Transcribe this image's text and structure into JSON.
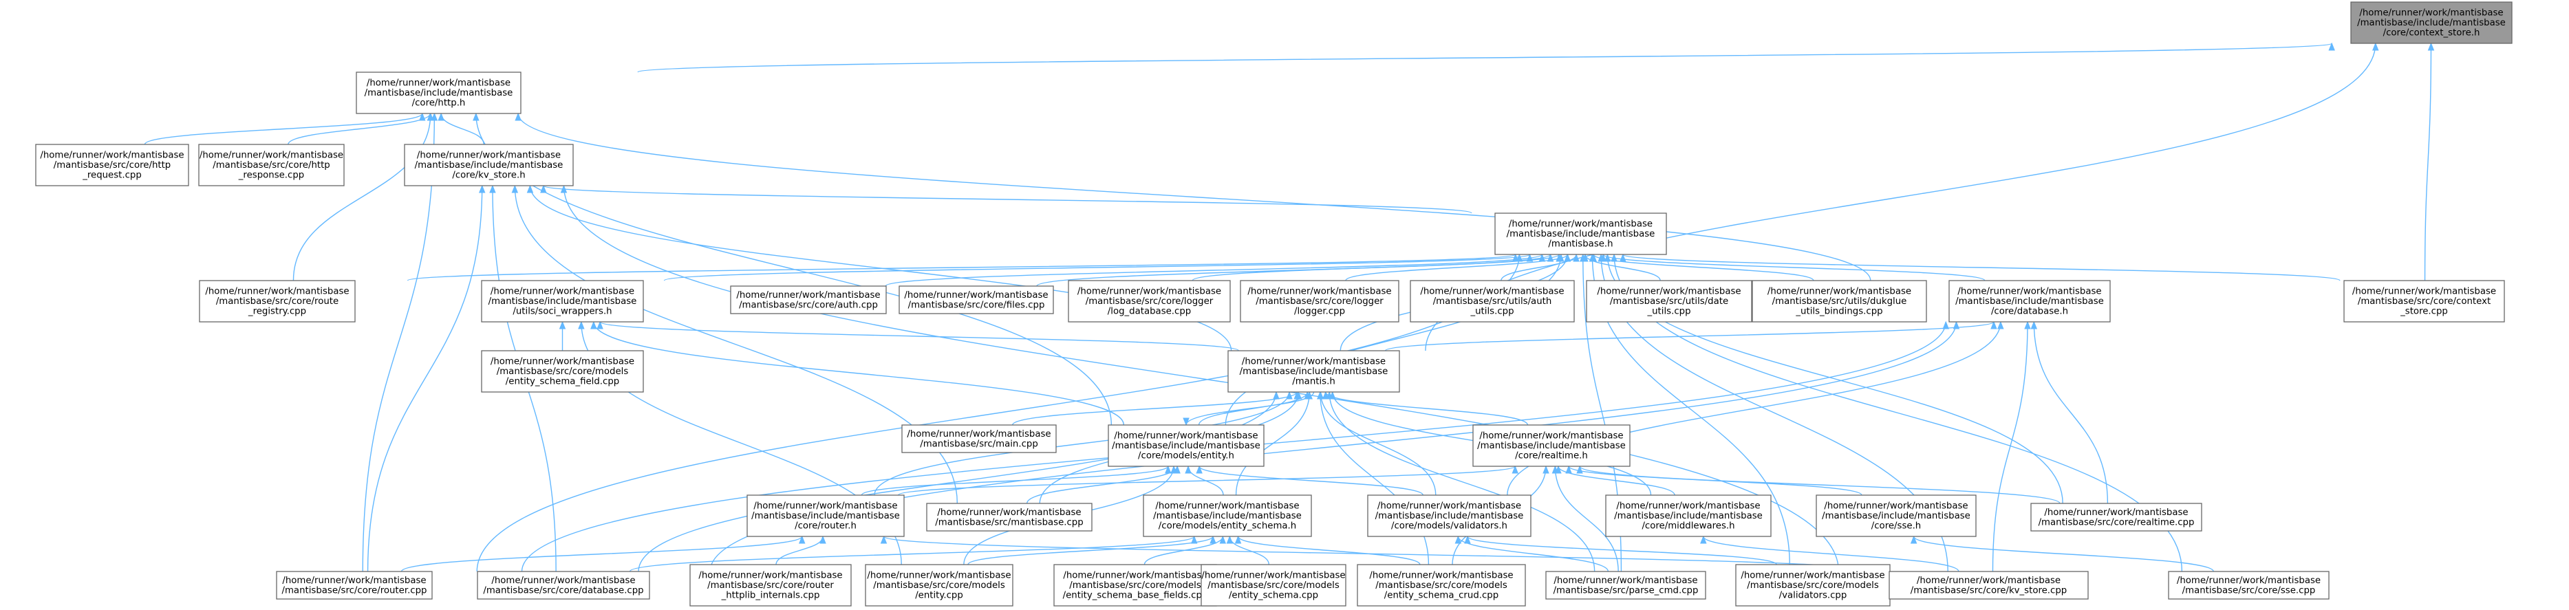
{
  "colors": {
    "edge": "#63b8ff",
    "node_border": "#666666",
    "focus_fill": "#999999",
    "node_fill": "#ffffff",
    "text": "#000000"
  },
  "nodes": [
    {
      "id": "context_store_h",
      "focus": true,
      "lines": [
        "/home/runner/work/mantisbase",
        "/mantisbase/include/mantisbase",
        "/core/context_store.h"
      ]
    },
    {
      "id": "http_h",
      "lines": [
        "/home/runner/work/mantisbase",
        "/mantisbase/include/mantisbase",
        "/core/http.h"
      ]
    },
    {
      "id": "http_request_cpp",
      "lines": [
        "/home/runner/work/mantisbase",
        "/mantisbase/src/core/http",
        "_request.cpp"
      ]
    },
    {
      "id": "http_response_cpp",
      "lines": [
        "/home/runner/work/mantisbase",
        "/mantisbase/src/core/http",
        "_response.cpp"
      ]
    },
    {
      "id": "kv_store_h",
      "lines": [
        "/home/runner/work/mantisbase",
        "/mantisbase/include/mantisbase",
        "/core/kv_store.h"
      ]
    },
    {
      "id": "mantisbase_h",
      "lines": [
        "/home/runner/work/mantisbase",
        "/mantisbase/include/mantisbase",
        "/mantisbase.h"
      ]
    },
    {
      "id": "route_registry_cpp",
      "lines": [
        "/home/runner/work/mantisbase",
        "/mantisbase/src/core/route",
        "_registry.cpp"
      ]
    },
    {
      "id": "soci_wrappers_h",
      "lines": [
        "/home/runner/work/mantisbase",
        "/mantisbase/include/mantisbase",
        "/utils/soci_wrappers.h"
      ]
    },
    {
      "id": "auth_cpp",
      "lines": [
        "/home/runner/work/mantisbase",
        "/mantisbase/src/core/auth.cpp"
      ]
    },
    {
      "id": "files_cpp",
      "lines": [
        "/home/runner/work/mantisbase",
        "/mantisbase/src/core/files.cpp"
      ]
    },
    {
      "id": "log_database_cpp",
      "lines": [
        "/home/runner/work/mantisbase",
        "/mantisbase/src/core/logger",
        "/log_database.cpp"
      ]
    },
    {
      "id": "logger_cpp",
      "lines": [
        "/home/runner/work/mantisbase",
        "/mantisbase/src/core/logger",
        "/logger.cpp"
      ]
    },
    {
      "id": "auth_utils_cpp",
      "lines": [
        "/home/runner/work/mantisbase",
        "/mantisbase/src/utils/auth",
        "_utils.cpp"
      ]
    },
    {
      "id": "date_utils_cpp",
      "lines": [
        "/home/runner/work/mantisbase",
        "/mantisbase/src/utils/date",
        "_utils.cpp"
      ]
    },
    {
      "id": "duk_glue_cpp",
      "lines": [
        "/home/runner/work/mantisbase",
        "/mantisbase/src/utils/dukglue",
        "_utils_bindings.cpp"
      ]
    },
    {
      "id": "database_h",
      "lines": [
        "/home/runner/work/mantisbase",
        "/mantisbase/include/mantisbase",
        "/core/database.h"
      ]
    },
    {
      "id": "context_store_cpp",
      "lines": [
        "/home/runner/work/mantisbase",
        "/mantisbase/src/core/context",
        "_store.cpp"
      ]
    },
    {
      "id": "entity_schema_field_cpp",
      "lines": [
        "/home/runner/work/mantisbase",
        "/mantisbase/src/core/models",
        "/entity_schema_field.cpp"
      ]
    },
    {
      "id": "mantis_h",
      "lines": [
        "/home/runner/work/mantisbase",
        "/mantisbase/include/mantisbase",
        "/mantis.h"
      ]
    },
    {
      "id": "main_cpp",
      "lines": [
        "/home/runner/work/mantisbase",
        "/mantisbase/src/main.cpp"
      ]
    },
    {
      "id": "entity_h",
      "lines": [
        "/home/runner/work/mantisbase",
        "/mantisbase/include/mantisbase",
        "/core/models/entity.h"
      ]
    },
    {
      "id": "realtime_h",
      "lines": [
        "/home/runner/work/mantisbase",
        "/mantisbase/include/mantisbase",
        "/core/realtime.h"
      ]
    },
    {
      "id": "router_h",
      "lines": [
        "/home/runner/work/mantisbase",
        "/mantisbase/include/mantisbase",
        "/core/router.h"
      ]
    },
    {
      "id": "mantisbase_cpp",
      "lines": [
        "/home/runner/work/mantisbase",
        "/mantisbase/src/mantisbase.cpp"
      ]
    },
    {
      "id": "entity_schema_h",
      "lines": [
        "/home/runner/work/mantisbase",
        "/mantisbase/include/mantisbase",
        "/core/models/entity_schema.h"
      ]
    },
    {
      "id": "validators_h",
      "lines": [
        "/home/runner/work/mantisbase",
        "/mantisbase/include/mantisbase",
        "/core/models/validators.h"
      ]
    },
    {
      "id": "middlewares_h",
      "lines": [
        "/home/runner/work/mantisbase",
        "/mantisbase/include/mantisbase",
        "/core/middlewares.h"
      ]
    },
    {
      "id": "sse_h",
      "lines": [
        "/home/runner/work/mantisbase",
        "/mantisbase/include/mantisbase",
        "/core/sse.h"
      ]
    },
    {
      "id": "realtime_cpp",
      "lines": [
        "/home/runner/work/mantisbase",
        "/mantisbase/src/core/realtime.cpp"
      ]
    },
    {
      "id": "router_cpp",
      "lines": [
        "/home/runner/work/mantisbase",
        "/mantisbase/src/core/router.cpp"
      ]
    },
    {
      "id": "database_cpp",
      "lines": [
        "/home/runner/work/mantisbase",
        "/mantisbase/src/core/database.cpp"
      ]
    },
    {
      "id": "httplib_internals_cpp",
      "lines": [
        "/home/runner/work/mantisbase",
        "/mantisbase/src/core/router",
        "_httplib_internals.cpp"
      ]
    },
    {
      "id": "entity_cpp",
      "lines": [
        "/home/runner/work/mantisbase",
        "/mantisbase/src/core/models",
        "/entity.cpp"
      ]
    },
    {
      "id": "entity_schema_base_fields_cpp",
      "lines": [
        "/home/runner/work/mantisbase",
        "/mantisbase/src/core/models",
        "/entity_schema_base_fields.cpp"
      ]
    },
    {
      "id": "entity_schema_cpp",
      "lines": [
        "/home/runner/work/mantisbase",
        "/mantisbase/src/core/models",
        "/entity_schema.cpp"
      ]
    },
    {
      "id": "entity_schema_crud_cpp",
      "lines": [
        "/home/runner/work/mantisbase",
        "/mantisbase/src/core/models",
        "/entity_schema_crud.cpp"
      ]
    },
    {
      "id": "parse_cmd_cpp",
      "lines": [
        "/home/runner/work/mantisbase",
        "/mantisbase/src/parse_cmd.cpp"
      ]
    },
    {
      "id": "validators_cpp",
      "lines": [
        "/home/runner/work/mantisbase",
        "/mantisbase/src/core/models",
        "/validators.cpp"
      ]
    },
    {
      "id": "kv_store_cpp",
      "lines": [
        "/home/runner/work/mantisbase",
        "/mantisbase/src/core/kv_store.cpp"
      ]
    },
    {
      "id": "sse_cpp",
      "lines": [
        "/home/runner/work/mantisbase",
        "/mantisbase/src/core/sse.cpp"
      ]
    }
  ],
  "edges": [
    [
      "context_store_h",
      "http_h"
    ],
    [
      "context_store_h",
      "context_store_cpp"
    ],
    [
      "context_store_h",
      "mantis_h"
    ],
    [
      "http_h",
      "http_request_cpp"
    ],
    [
      "http_h",
      "http_response_cpp"
    ],
    [
      "http_h",
      "kv_store_h"
    ],
    [
      "http_h",
      "route_registry_cpp"
    ],
    [
      "http_h",
      "router_cpp"
    ],
    [
      "http_h",
      "entity_h"
    ],
    [
      "http_h",
      "database_h"
    ],
    [
      "kv_store_h",
      "mantisbase_h"
    ],
    [
      "kv_store_h",
      "mantis_h"
    ],
    [
      "kv_store_h",
      "router_cpp"
    ],
    [
      "kv_store_h",
      "database_cpp"
    ],
    [
      "kv_store_h",
      "mantisbase_cpp"
    ],
    [
      "kv_store_h",
      "kv_store_cpp"
    ],
    [
      "mantisbase_h",
      "route_registry_cpp"
    ],
    [
      "mantisbase_h",
      "soci_wrappers_h"
    ],
    [
      "mantisbase_h",
      "auth_cpp"
    ],
    [
      "mantisbase_h",
      "files_cpp"
    ],
    [
      "mantisbase_h",
      "log_database_cpp"
    ],
    [
      "mantisbase_h",
      "logger_cpp"
    ],
    [
      "mantisbase_h",
      "auth_utils_cpp"
    ],
    [
      "mantisbase_h",
      "date_utils_cpp"
    ],
    [
      "mantisbase_h",
      "duk_glue_cpp"
    ],
    [
      "mantisbase_h",
      "database_h"
    ],
    [
      "mantisbase_h",
      "context_store_cpp"
    ],
    [
      "mantisbase_h",
      "mantis_h"
    ],
    [
      "mantisbase_h",
      "router_cpp"
    ],
    [
      "mantisbase_h",
      "realtime_cpp"
    ],
    [
      "mantisbase_h",
      "parse_cmd_cpp"
    ],
    [
      "mantisbase_h",
      "kv_store_cpp"
    ],
    [
      "mantisbase_h",
      "sse_cpp"
    ],
    [
      "mantisbase_h",
      "entity_h"
    ],
    [
      "mantisbase_h",
      "validators_cpp"
    ],
    [
      "soci_wrappers_h",
      "entity_schema_field_cpp"
    ],
    [
      "soci_wrappers_h",
      "mantis_h"
    ],
    [
      "soci_wrappers_h",
      "entity_h"
    ],
    [
      "soci_wrappers_h",
      "entity_cpp"
    ],
    [
      "database_h",
      "mantis_h"
    ],
    [
      "database_h",
      "router_cpp"
    ],
    [
      "database_h",
      "realtime_cpp"
    ],
    [
      "database_h",
      "kv_store_cpp"
    ],
    [
      "database_h",
      "database_cpp"
    ],
    [
      "database_h",
      "validators_h"
    ],
    [
      "mantis_h",
      "main_cpp"
    ],
    [
      "mantis_h",
      "entity_h"
    ],
    [
      "mantis_h",
      "realtime_h"
    ],
    [
      "mantis_h",
      "router_h"
    ],
    [
      "mantis_h",
      "mantisbase_cpp"
    ],
    [
      "mantis_h",
      "entity_schema_h"
    ],
    [
      "mantis_h",
      "validators_h"
    ],
    [
      "mantis_h",
      "middlewares_h"
    ],
    [
      "mantis_h",
      "database_cpp"
    ],
    [
      "mantis_h",
      "entity_schema_crud_cpp"
    ],
    [
      "mantis_h",
      "parse_cmd_cpp"
    ],
    [
      "entity_h",
      "mantis_h"
    ],
    [
      "entity_h",
      "router_h"
    ],
    [
      "entity_h",
      "mantisbase_cpp"
    ],
    [
      "entity_h",
      "entity_schema_h"
    ],
    [
      "entity_h",
      "validators_h"
    ],
    [
      "entity_h",
      "entity_cpp"
    ],
    [
      "realtime_h",
      "router_h"
    ],
    [
      "realtime_h",
      "middlewares_h"
    ],
    [
      "realtime_h",
      "sse_h"
    ],
    [
      "realtime_h",
      "realtime_cpp"
    ],
    [
      "realtime_h",
      "entity_schema_crud_cpp"
    ],
    [
      "realtime_h",
      "parse_cmd_cpp"
    ],
    [
      "router_h",
      "router_cpp"
    ],
    [
      "router_h",
      "httplib_internals_cpp"
    ],
    [
      "router_h",
      "kv_store_cpp"
    ],
    [
      "entity_schema_h",
      "database_cpp"
    ],
    [
      "entity_schema_h",
      "entity_cpp"
    ],
    [
      "entity_schema_h",
      "entity_schema_base_fields_cpp"
    ],
    [
      "entity_schema_h",
      "entity_schema_cpp"
    ],
    [
      "entity_schema_h",
      "entity_schema_crud_cpp"
    ],
    [
      "validators_h",
      "parse_cmd_cpp"
    ],
    [
      "validators_h",
      "validators_cpp"
    ],
    [
      "middlewares_h",
      "kv_store_cpp"
    ],
    [
      "sse_h",
      "sse_cpp"
    ]
  ]
}
